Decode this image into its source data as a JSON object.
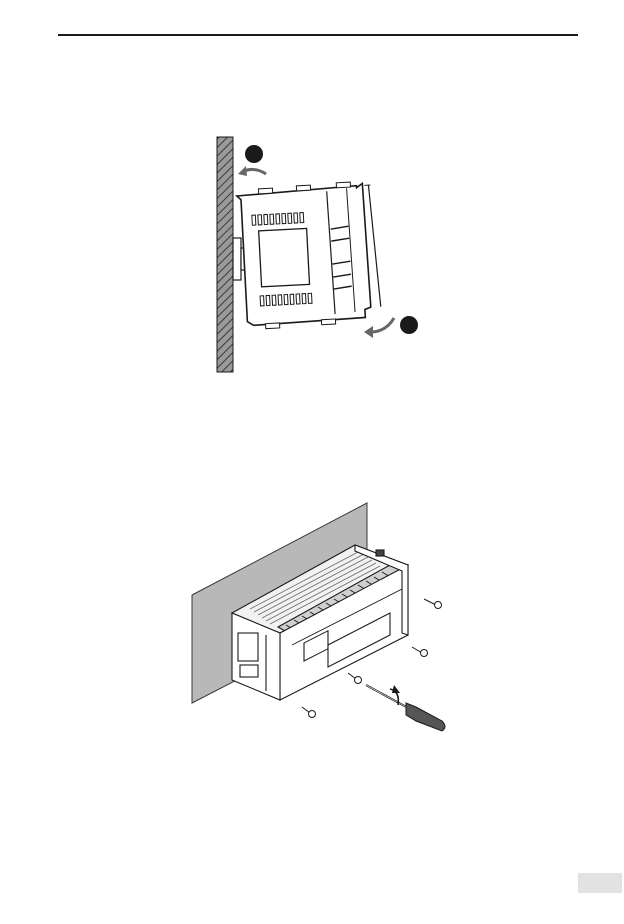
{
  "page": {
    "header_rule": true,
    "page_badge_color": "#e2e2e2"
  },
  "figures": [
    {
      "id": "din-rail-removal",
      "icon": "plc-tilt-off-din-rail",
      "callout_markers": [
        "filled-circle",
        "filled-circle"
      ],
      "arrow_icons": [
        "curved-arrow-upper-left",
        "curved-arrow-lower-left"
      ]
    },
    {
      "id": "panel-screw-mounting",
      "icon": "plc-screwed-to-panel",
      "screw_count": 4,
      "tool_icon": "screwdriver-icon"
    }
  ],
  "colors": {
    "ink": "#1a1a1a",
    "wall_hatch": "#8a8a8a",
    "panel": "#b8b8b8",
    "arrow": "#666666"
  }
}
